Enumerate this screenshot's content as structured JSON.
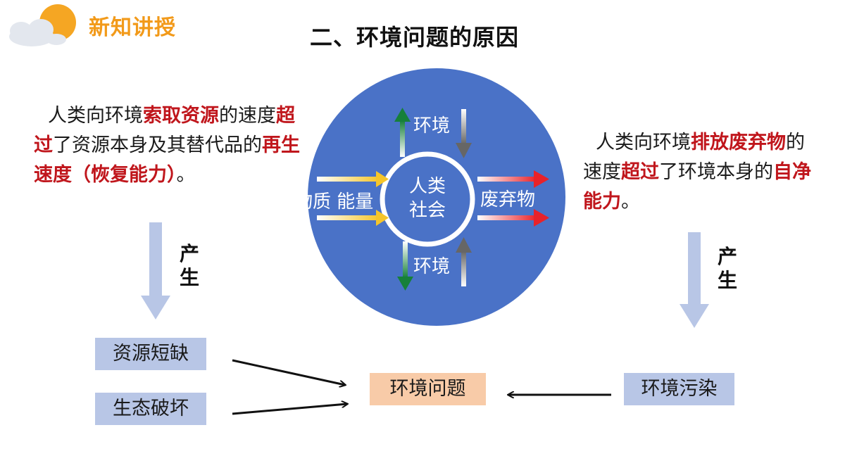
{
  "header": {
    "title": "新知讲授",
    "icon": "sun-cloud-icon"
  },
  "main_title": "二、环境问题的原因",
  "left_paragraph": {
    "p1": "人类向环境",
    "h1": "索取资源",
    "p2": "的速度",
    "h2": "超过",
    "p3": "了资源本身及其替代品的",
    "h3": "再生速度（恢复能力）",
    "p4": "。"
  },
  "right_paragraph": {
    "p1": "人类向环境",
    "h1": "排放废弃物",
    "p2": "的速度",
    "h2": "超过",
    "p3": "了环境本身的",
    "h3": "自净能力",
    "p4": "。"
  },
  "circle": {
    "center_line1": "人类",
    "center_line2": "社会",
    "top_label": "环境",
    "bottom_label": "环境",
    "left_label": "物质 能量",
    "right_label": "废弃物"
  },
  "produce_label": "产生",
  "boxes": {
    "shortage": "资源短缺",
    "damage": "生态破坏",
    "problem": "环境问题",
    "pollution": "环境污染"
  },
  "colors": {
    "header_accent": "#f29a1a",
    "highlight": "#c0161c",
    "circle_fill": "#4a72c7",
    "blue_box": "#b8c6e6",
    "orange_box": "#f8cba8"
  }
}
